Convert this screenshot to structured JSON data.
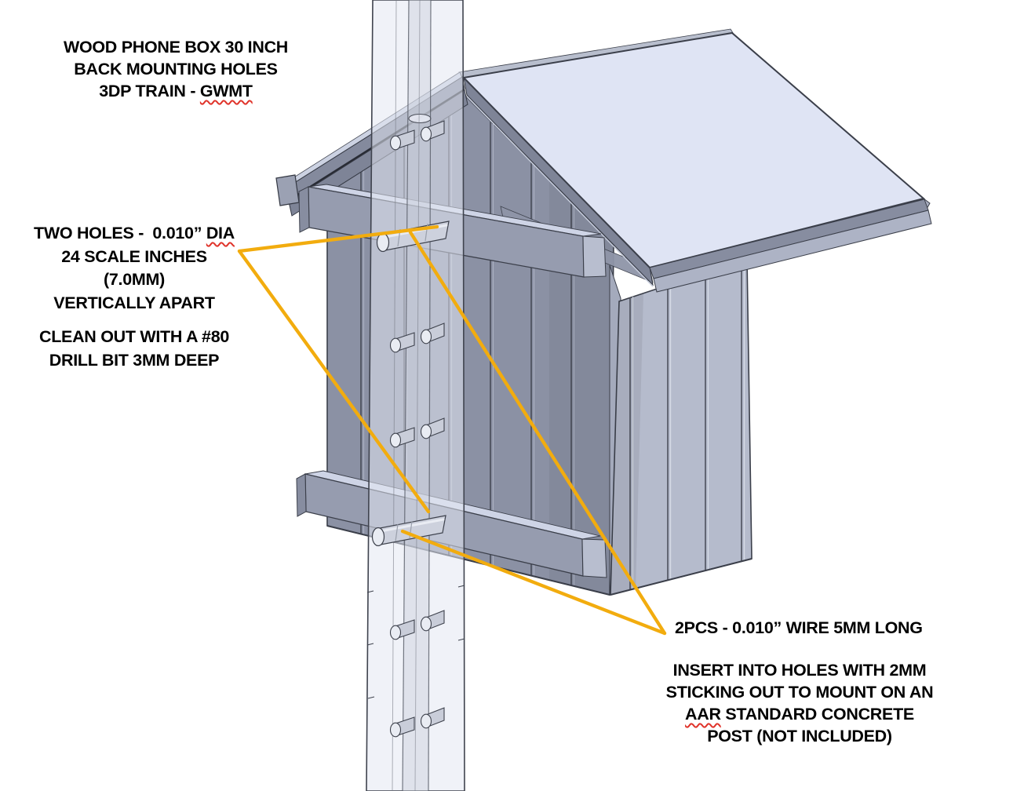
{
  "annotations": {
    "title": {
      "line1": "WOOD PHONE BOX 30 INCH",
      "line2": "BACK MOUNTING HOLES",
      "line3_prefix": "3DP TRAIN - ",
      "line3_misspelled": "GWMT"
    },
    "holes_note": {
      "line1_prefix": "TWO HOLES -  0.010” ",
      "line1_misspelled": "DIA",
      "line2": "24 SCALE INCHES",
      "line3": "(7.0MM)",
      "line4": "VERTICALLY APART",
      "line5": "CLEAN OUT WITH A #80",
      "line6": "DRILL BIT 3MM DEEP"
    },
    "wire_note": {
      "line1": "2PCS - 0.010” WIRE 5MM LONG"
    },
    "insert_note": {
      "line1": "INSERT INTO HOLES WITH 2MM",
      "line2": "STICKING OUT TO MOUNT ON AN",
      "line3_misspelled": "AAR",
      "line3_suffix": " STANDARD CONCRETE",
      "line4": "POST (NOT INCLUDED)"
    }
  },
  "drawing": {
    "parts": {
      "box": "Wood phone box 30 inch, back view with mounting holes",
      "post": "AAR standard concrete post, semi-transparent, not included",
      "battens": "Two horizontal back mounting battens",
      "wires": "Two 0.010 inch mounting wires, 5mm long",
      "post_pegs": "Wire stubs through post holes"
    },
    "colors": {
      "background": "#ffffff",
      "edge": "#3b3f4a",
      "leader": "#F2AC0E",
      "roof_panel": "#dfe4f4",
      "ridge_sliver": "#b8becd",
      "bargeboard_light": "#ccd2e2",
      "bargeboard": "#848a9d",
      "bargeboard_lower": "#7e8497",
      "end_block": "#9ba1b3",
      "corner_facet": "#a8aec0",
      "fascia_upper": "#878da0",
      "fascia_lower": "#adb3c5",
      "gable_wall": "#8b91a4",
      "gable_trim": "#7e8497",
      "soffit": "#8f95a8",
      "corner_trim": "#a4aabc",
      "side_wall": "#b5bbcc",
      "batten_front": "#969caf",
      "batten_top": "#ced4e6",
      "batten_end_light": "#b8becf",
      "batten_end_dark": "#878da0",
      "post_fill": "#e4e8f2",
      "post_channel": "#c8cdda",
      "post_tube": "#e7eaf3",
      "peg_body": "#c9cdd9",
      "peg_cap": "#e9ecf3",
      "wire_body": "#cdd1dd",
      "wire_cap": "#e9ecf3",
      "text": "#000000",
      "squiggle": "#e0342b"
    }
  }
}
